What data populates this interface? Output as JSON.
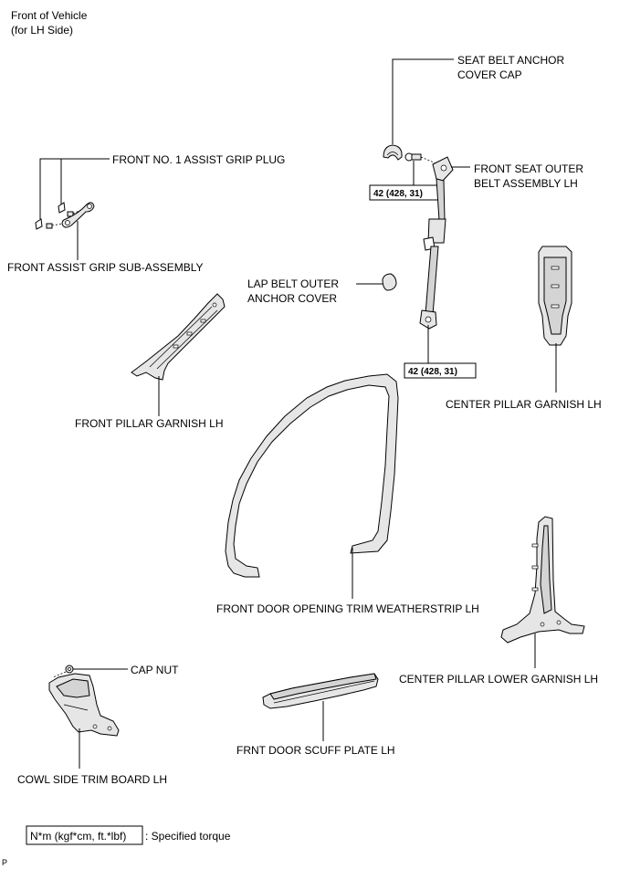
{
  "header": {
    "line1": "Front of Vehicle",
    "line2": "(for LH Side)"
  },
  "labels": {
    "seat_belt_anchor_cover_cap": [
      "SEAT BELT ANCHOR",
      "COVER CAP"
    ],
    "front_seat_outer_belt": [
      "FRONT SEAT OUTER",
      "BELT ASSEMBLY LH"
    ],
    "assist_grip_plug": "FRONT NO. 1 ASSIST GRIP PLUG",
    "assist_grip_sub_assembly": "FRONT ASSIST GRIP SUB-ASSEMBLY",
    "lap_belt_outer_anchor_cover": [
      "LAP BELT OUTER",
      "ANCHOR COVER"
    ],
    "front_pillar_garnish": "FRONT PILLAR GARNISH LH",
    "center_pillar_garnish": "CENTER PILLAR GARNISH LH",
    "weatherstrip": "FRONT DOOR OPENING TRIM WEATHERSTRIP LH",
    "center_pillar_lower_garnish": "CENTER PILLAR LOWER GARNISH LH",
    "cap_nut": "CAP NUT",
    "scuff_plate": "FRNT DOOR SCUFF PLATE LH",
    "cowl_side_trim": "COWL  SIDE TRIM BOARD LH"
  },
  "torque": {
    "upper": "42 (428, 31)",
    "lower": "42 (428, 31)"
  },
  "legend": {
    "unit": "N*m (kgf*cm, ft.*lbf)",
    "text": ": Specified torque"
  },
  "footer": {
    "code": "P"
  }
}
